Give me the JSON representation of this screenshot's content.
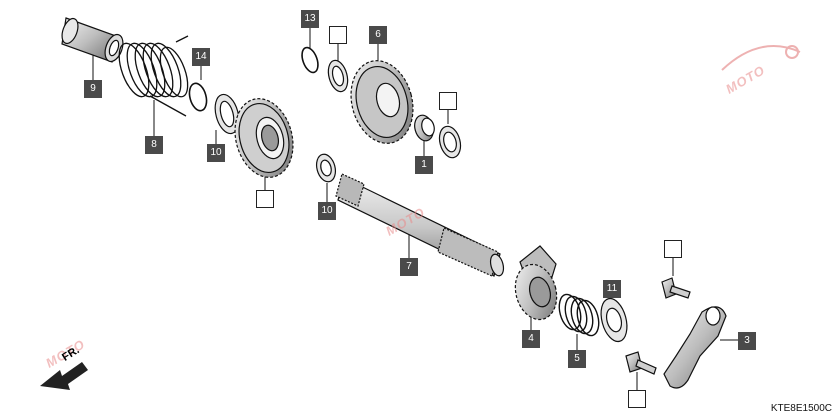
{
  "diagram": {
    "code": "KTE8E1500C",
    "direction_label": "FR.",
    "watermark_text": "MOTO",
    "labels": [
      {
        "id": "9",
        "text": "9",
        "filled": true
      },
      {
        "id": "8",
        "text": "8",
        "filled": true
      },
      {
        "id": "14",
        "text": "14",
        "filled": true
      },
      {
        "id": "10a",
        "text": "10",
        "filled": true
      },
      {
        "id": "blank-gear",
        "text": "",
        "filled": false
      },
      {
        "id": "13",
        "text": "13",
        "filled": true
      },
      {
        "id": "blank-washer",
        "text": "",
        "filled": false
      },
      {
        "id": "6",
        "text": "6",
        "filled": true
      },
      {
        "id": "blank-collar",
        "text": "",
        "filled": false
      },
      {
        "id": "1",
        "text": "1",
        "filled": true
      },
      {
        "id": "10b",
        "text": "10",
        "filled": true
      },
      {
        "id": "7",
        "text": "7",
        "filled": true
      },
      {
        "id": "4",
        "text": "4",
        "filled": true
      },
      {
        "id": "5",
        "text": "5",
        "filled": true
      },
      {
        "id": "11",
        "text": "11",
        "filled": true
      },
      {
        "id": "blank-bolt-top",
        "text": "",
        "filled": false
      },
      {
        "id": "3",
        "text": "3",
        "filled": true
      },
      {
        "id": "blank-bolt-bottom",
        "text": "",
        "filled": false
      }
    ]
  },
  "colors": {
    "label_fill": "#4a4a4a",
    "watermark": "#e98b8b",
    "line": "#111111"
  }
}
